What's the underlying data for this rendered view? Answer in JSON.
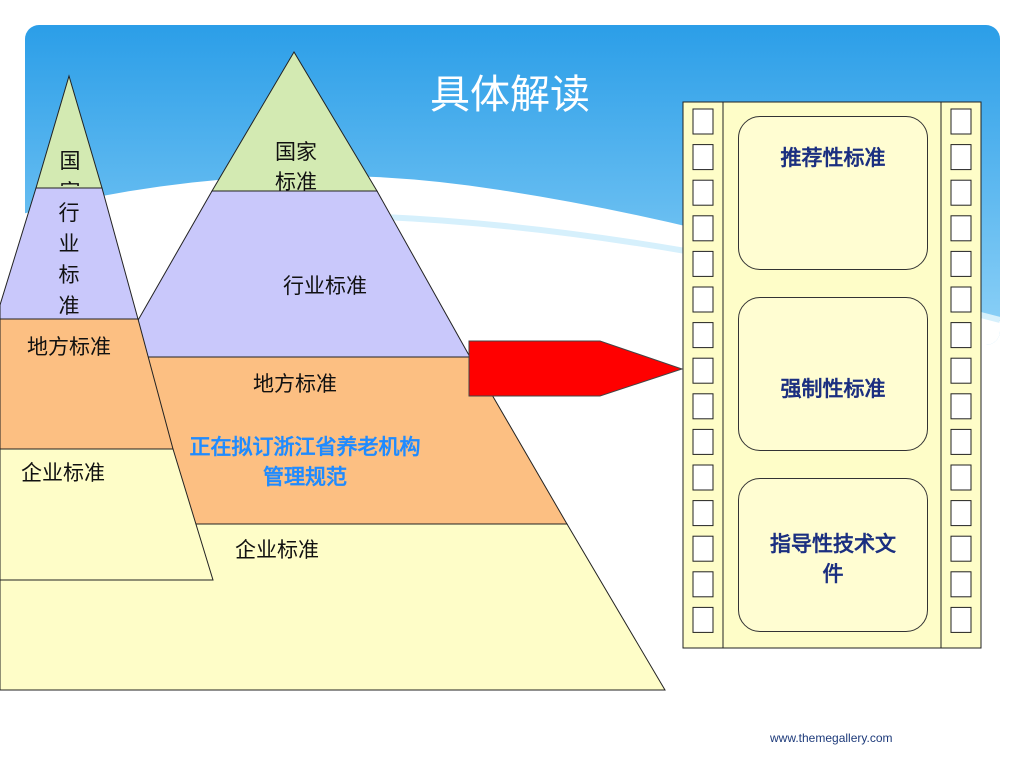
{
  "title": "具体解读",
  "small_pyramid": {
    "top_label": "国家",
    "industry_label": [
      "行",
      "业",
      "标",
      "准"
    ],
    "local_label": "地方标准",
    "enterprise_label": "企业标准"
  },
  "big_pyramid": {
    "national_label": "国家标准",
    "industry_label": "行业标准",
    "local_label": "地方标准",
    "note": "正在拟订浙江省养老机构管理规范",
    "enterprise_label": "企业标准"
  },
  "film_cards": [
    {
      "label": "推荐性标准"
    },
    {
      "label": "强制性标准"
    },
    {
      "label": "指导性技术文件"
    }
  ],
  "footer": "www.themegallery.com",
  "colors": {
    "national": "#d3eab2",
    "industry": "#c9c8fb",
    "local": "#fcbf82",
    "enterprise": "#fefdc8",
    "arrow": "#ff0000",
    "note_text": "#1f8bff",
    "card_text": "#1b2f80"
  }
}
